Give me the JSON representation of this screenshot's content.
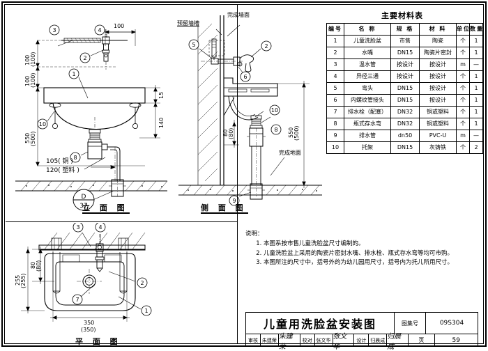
{
  "sheet": {
    "drawing_title": "儿童用洗脸盆安装图",
    "atlas_label": "图集号",
    "atlas_number": "09S304",
    "page_label": "页",
    "page_number": "59"
  },
  "signatures": [
    {
      "role": "审核",
      "name": "朱建荣",
      "sign": "朱建荣"
    },
    {
      "role": "校对",
      "name": "张文华",
      "sign": "张文华"
    },
    {
      "role": "设计",
      "name": "归晨成",
      "sign": "归晨成"
    }
  ],
  "material_table": {
    "title": "主要材料表",
    "headers": [
      "编号",
      "名  称",
      "规  格",
      "材  料",
      "单位",
      "数量"
    ],
    "rows": [
      [
        "1",
        "儿童洗脸盆",
        "市售",
        "陶瓷",
        "个",
        "1"
      ],
      [
        "2",
        "水嘴",
        "DN15",
        "陶瓷片密封",
        "个",
        "1"
      ],
      [
        "3",
        "温水管",
        "按设计",
        "按设计",
        "m",
        "—"
      ],
      [
        "4",
        "异径三通",
        "按设计",
        "按设计",
        "个",
        "1"
      ],
      [
        "5",
        "弯头",
        "DN15",
        "按设计",
        "个",
        "1"
      ],
      [
        "6",
        "内螺纹管接头",
        "DN15",
        "按设计",
        "个",
        "1"
      ],
      [
        "7",
        "排水栓（配塞）",
        "DN32",
        "铜或塑料",
        "个",
        "1"
      ],
      [
        "8",
        "瓶式存水弯",
        "DN32",
        "铜或塑料",
        "个",
        "1"
      ],
      [
        "9",
        "排水管",
        "dn50",
        "PVC-U",
        "m",
        "—"
      ],
      [
        "10",
        "托架",
        "DN15",
        "灰铸铁",
        "个",
        "2"
      ]
    ]
  },
  "notes": {
    "heading": "说明：",
    "items": [
      "本图系按市售儿童洗脸盆尺寸编制的。",
      "儿童洗脸盆上采用的陶瓷片密封水嘴、排水栓、瓶式存水弯等均可市购。",
      "本图所注的尺寸中，括号外的为幼儿园用尺寸，括号内为托儿所用尺寸。"
    ]
  },
  "views": {
    "elevation": {
      "caption": "立 面 图",
      "dim_top_100": "100",
      "dim_left_a": "100",
      "dim_left_a_paren": "(100)",
      "dim_left_b": "100",
      "dim_left_b_paren": "(100)",
      "dim_left_height": "550",
      "dim_left_height_paren": "(500)",
      "dim_right_15": "15",
      "dim_right_140": "140",
      "trap_note_1": "105( 铜 )",
      "trap_note_2": "120( 塑料 )",
      "detail_letter": "D",
      "detail_page": "37",
      "balloons": [
        "1",
        "2",
        "3",
        "4",
        "8",
        "10"
      ]
    },
    "side": {
      "caption": "侧 面 图",
      "label_wall_slot": "预留墙槽",
      "label_wall_finish": "完成墙面",
      "label_floor_finish": "完成地面",
      "dim_height": "550",
      "dim_height_paren": "(500)",
      "dim_80": "80",
      "dim_80_paren": "(80)",
      "balloons": [
        "2",
        "5",
        "6",
        "8",
        "9",
        "10"
      ]
    },
    "plan": {
      "caption": "平 面 图",
      "dim_255": "255",
      "dim_255_paren": "(255)",
      "dim_80": "80",
      "dim_80_paren": "(80)",
      "dim_350": "350",
      "dim_350_paren": "(350)",
      "balloons": [
        "1",
        "2",
        "3",
        "4",
        "7"
      ]
    }
  },
  "colors": {
    "ink": "#000000",
    "paper": "#ffffff"
  }
}
